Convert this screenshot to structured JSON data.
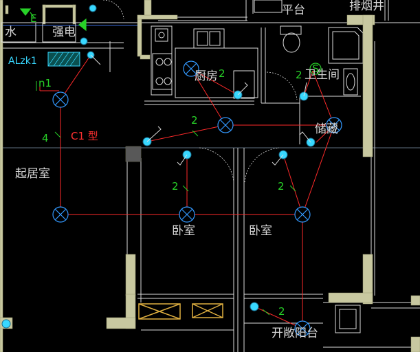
{
  "labels": {
    "water": "水",
    "strong_power": "强电",
    "panel": "ALzk1",
    "circuit_tag": "n1",
    "wire_count_4": "4",
    "lamp_type": "C1 型",
    "living_room": "起居室",
    "kitchen": "厨房",
    "kitchen_count": "2",
    "bath": "卫生间",
    "bath_count": "2",
    "bath_symbol": "S",
    "cabinet": "储藏",
    "mid_count": "2",
    "bed_left_count": "2",
    "bed_right_count": "2",
    "bedroom_1": "卧室",
    "bedroom_2": "卧室",
    "balcony": "开敞阳台",
    "balcony_count": "2",
    "exhaust_top": "排烟井",
    "top_room": "平台",
    "letter_e": "E"
  },
  "colors": {
    "background": "#000000",
    "wall": "#c8c8a0",
    "circuit": "#ff2a2a",
    "fixture": "#3399ff",
    "switch": "#38d8ff",
    "annotation": "#28d228",
    "outline": "#dcdcdc"
  }
}
